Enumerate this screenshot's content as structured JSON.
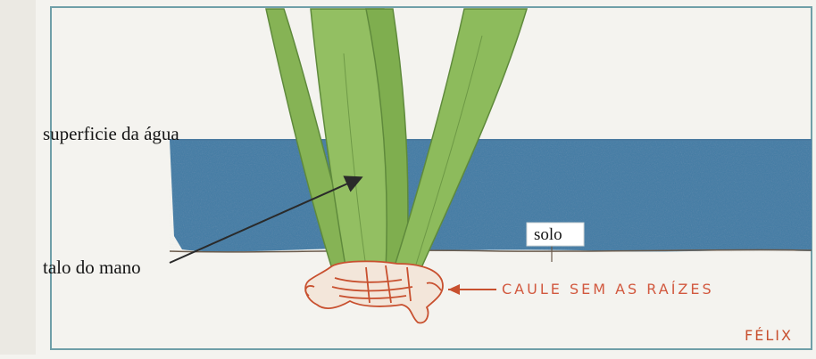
{
  "header": {
    "cut_off_text": ""
  },
  "labels": {
    "water_surface": "superficie da água",
    "stalk": "talo do mano",
    "soil": "solo",
    "stem_note": "CAULE SEM AS RAÍZES",
    "signature": "FÉLIX"
  },
  "colors": {
    "paper": "#f4f3ef",
    "border": "#6f9fa8",
    "water": "#5685aa",
    "leaf": "#93bf62",
    "leaf_dark": "#5f8a3c",
    "stem_ink": "#c8502f"
  }
}
